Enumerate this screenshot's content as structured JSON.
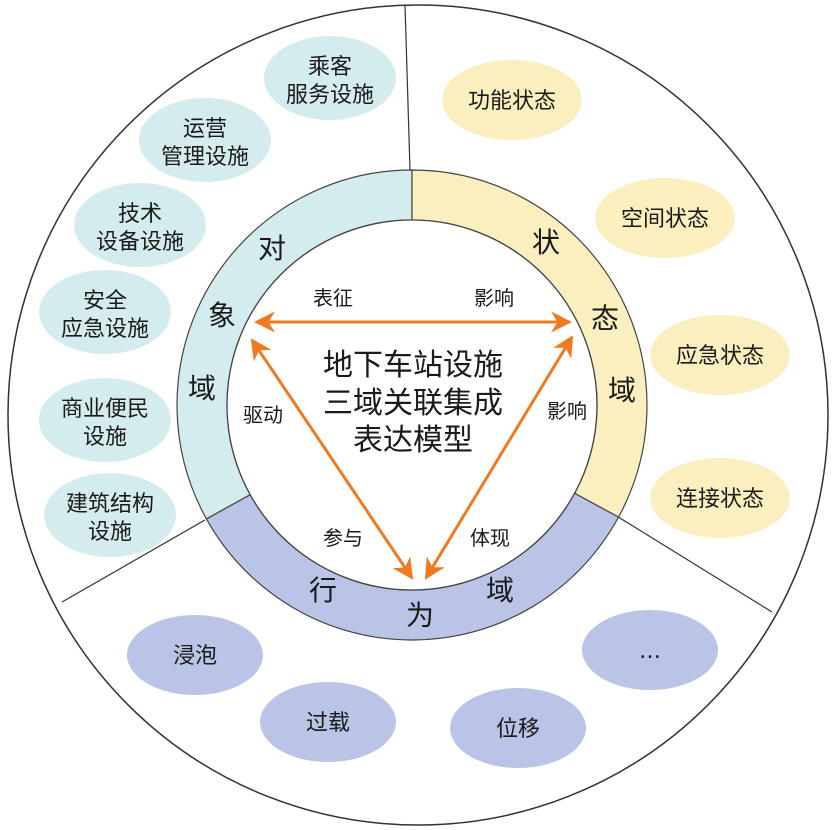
{
  "title": [
    "地下车站设施",
    "三域关联集成",
    "表达模型"
  ],
  "domains": {
    "object": {
      "chars": [
        "对",
        "象",
        "域"
      ],
      "color": "#d5ecef"
    },
    "state": {
      "chars": [
        "状",
        "态",
        "域"
      ],
      "color": "#fbefc0"
    },
    "behavior": {
      "chars": [
        "行",
        "为",
        "域"
      ],
      "color": "#bac4e7"
    }
  },
  "relations": {
    "top_left": "表征",
    "top_right": "影响",
    "left": "驱动",
    "right": "影响",
    "bottom_left": "参与",
    "bottom_right": "体现"
  },
  "arrow_color": "#f07a22",
  "object_items": [
    [
      "乘客",
      "服务设施"
    ],
    [
      "运营",
      "管理设施"
    ],
    [
      "技术",
      "设备设施"
    ],
    [
      "安全",
      "应急设施"
    ],
    [
      "商业便民",
      "设施"
    ],
    [
      "建筑结构",
      "设施"
    ]
  ],
  "state_items": [
    "功能状态",
    "空间状态",
    "应急状态",
    "连接状态"
  ],
  "behavior_items": [
    "浸泡",
    "过载",
    "位移",
    "…"
  ]
}
